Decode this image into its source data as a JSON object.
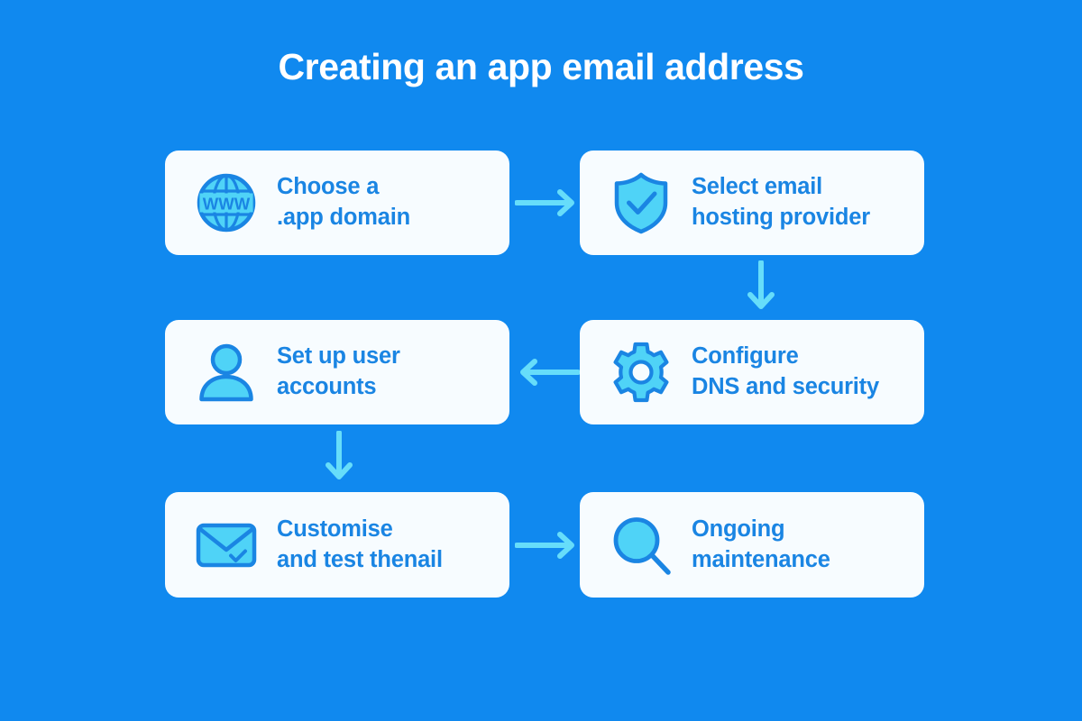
{
  "title": "Creating an app email address",
  "colors": {
    "background": "#1089EF",
    "card_background": "#F7FCFF",
    "text_blue": "#1A85E3",
    "icon_fill": "#4FD3F7",
    "icon_stroke": "#1A85E3",
    "arrow": "#66DDFA",
    "title_text": "#FFFFFF"
  },
  "steps": [
    {
      "id": "choose-domain",
      "icon": "globe-www-icon",
      "label": "Choose a\n.app domain"
    },
    {
      "id": "select-hosting",
      "icon": "shield-check-icon",
      "label": "Select email\nhosting provider"
    },
    {
      "id": "set-up-users",
      "icon": "user-icon",
      "label": "Set up user\naccounts"
    },
    {
      "id": "configure-dns",
      "icon": "gear-icon",
      "label": "Configure\nDNS and security"
    },
    {
      "id": "customise-test",
      "icon": "envelope-check-icon",
      "label": "Customise\nand test thenail"
    },
    {
      "id": "ongoing-maintenance",
      "icon": "magnifier-icon",
      "label": "Ongoing\nmaintenance"
    }
  ],
  "connectors": [
    {
      "id": "arrow-1",
      "direction": "right",
      "from": "choose-domain",
      "to": "select-hosting"
    },
    {
      "id": "arrow-2",
      "direction": "down",
      "from": "select-hosting",
      "to": "configure-dns"
    },
    {
      "id": "arrow-3",
      "direction": "left",
      "from": "configure-dns",
      "to": "set-up-users"
    },
    {
      "id": "arrow-4",
      "direction": "down",
      "from": "set-up-users",
      "to": "customise-test"
    },
    {
      "id": "arrow-5",
      "direction": "right",
      "from": "customise-test",
      "to": "ongoing-maintenance"
    }
  ],
  "icon_glyph_text": {
    "globe": "WWW"
  }
}
